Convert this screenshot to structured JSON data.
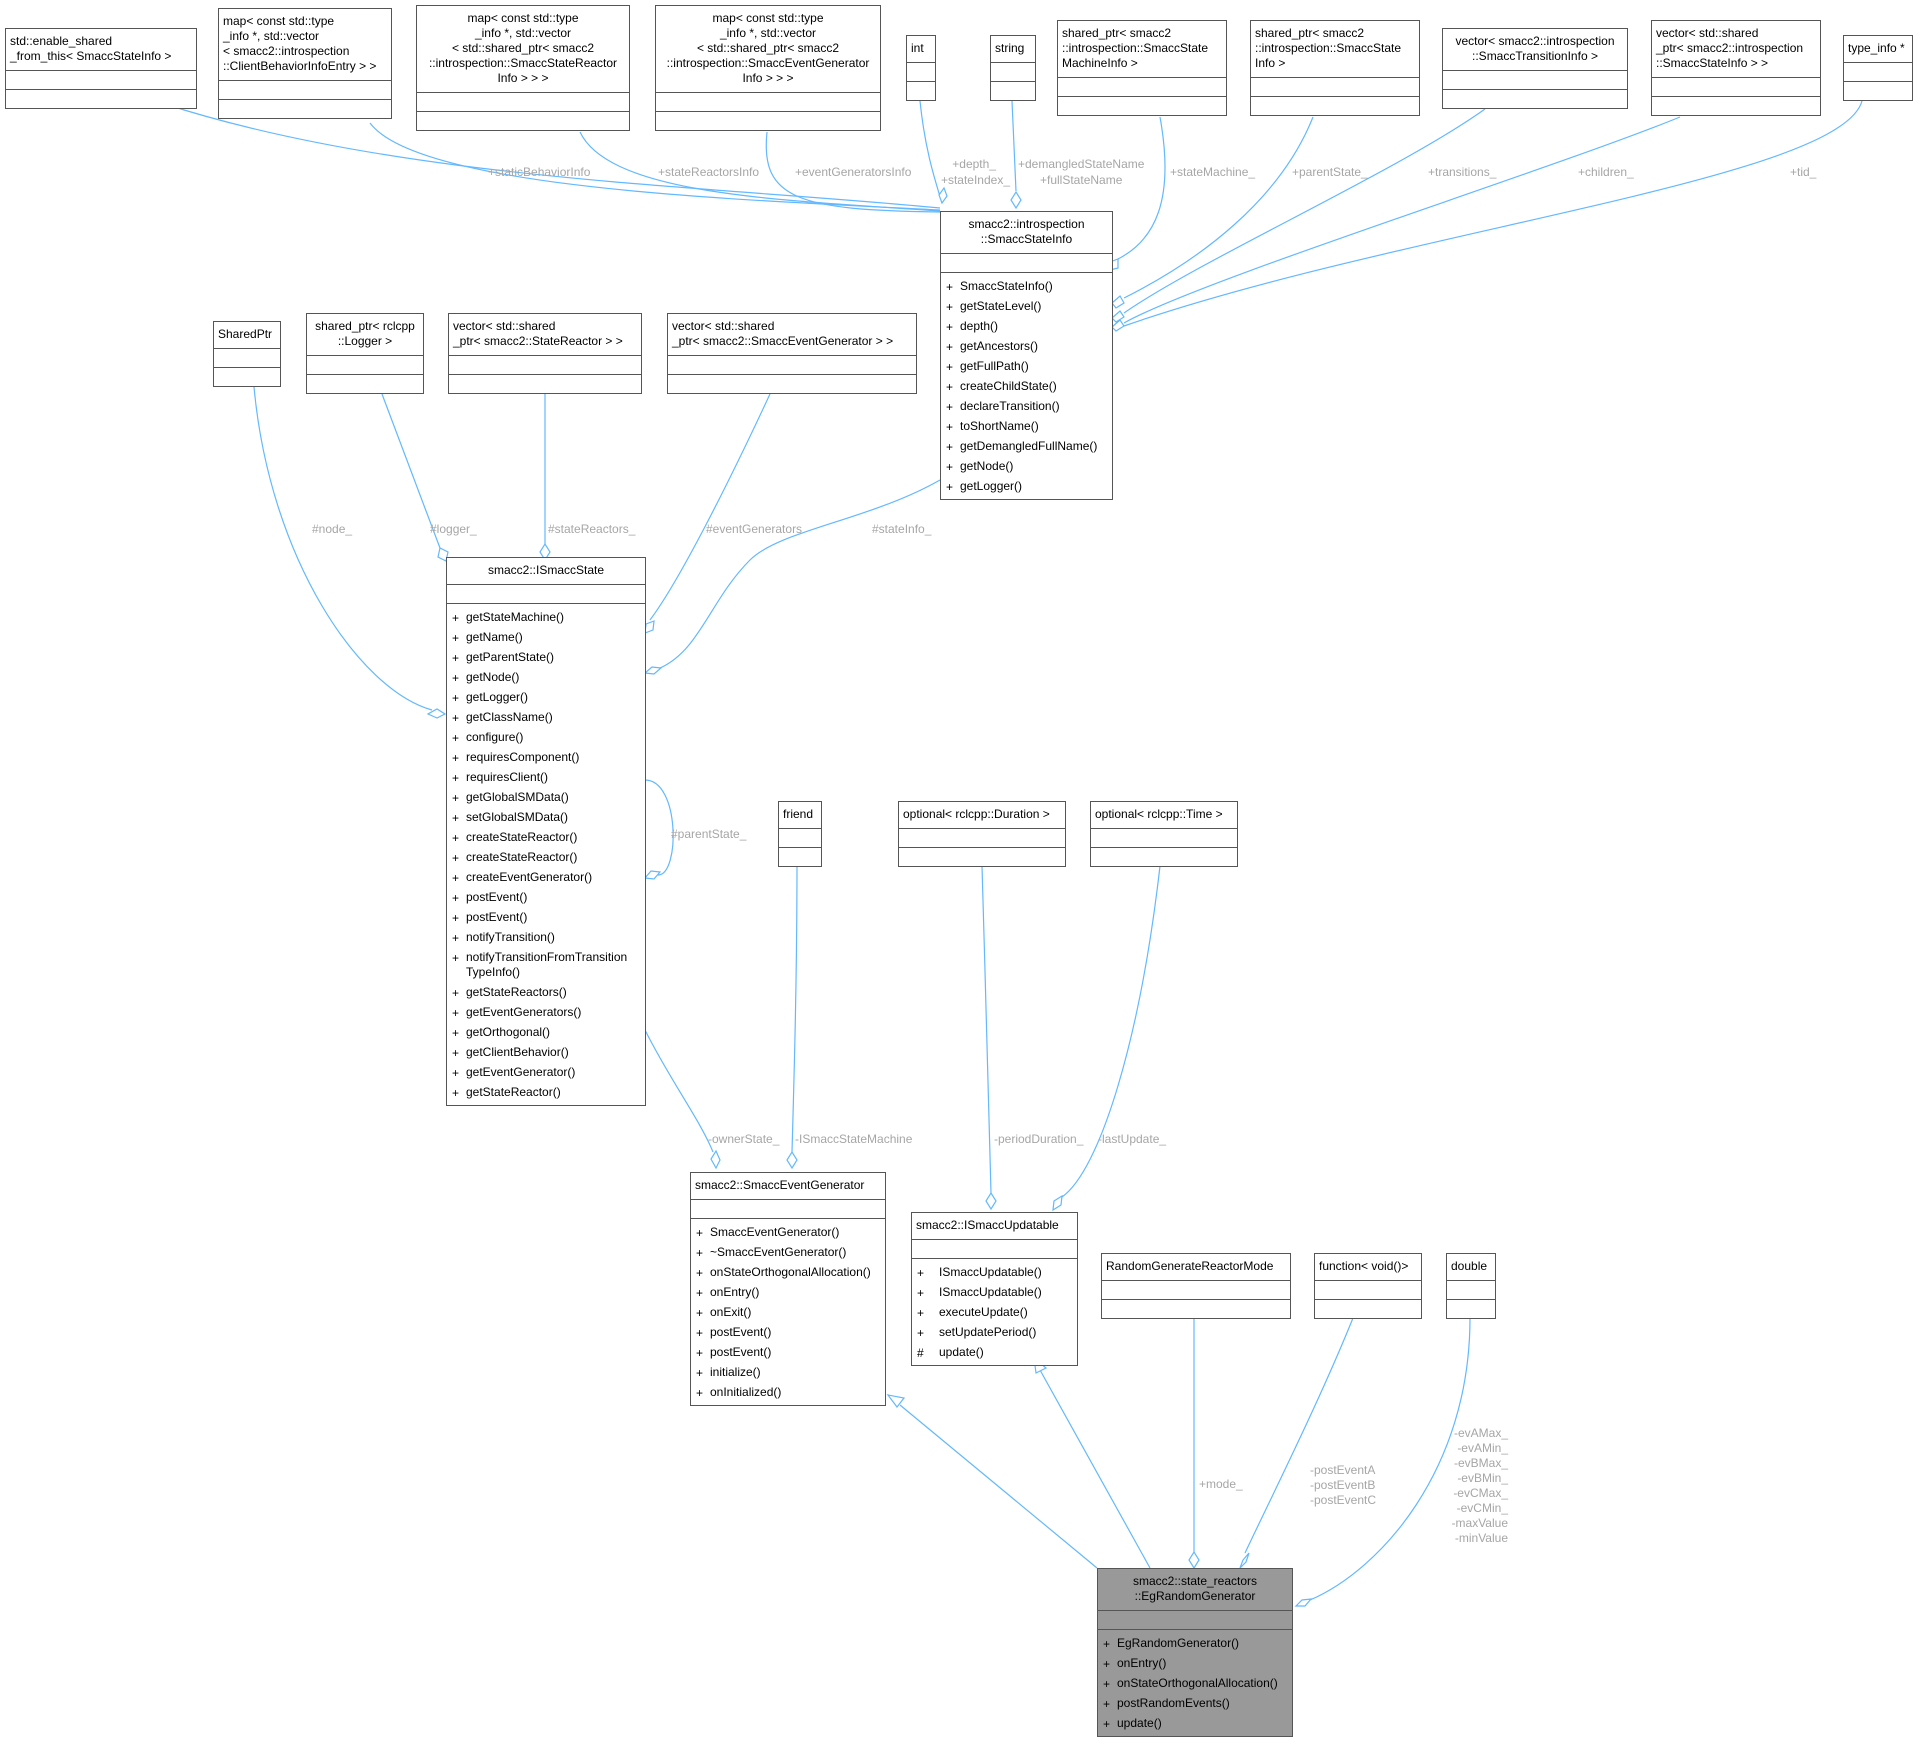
{
  "nodes": {
    "enable_shared": {
      "title": "std::enable_shared\n_from_this< SmaccStateInfo >",
      "methods": []
    },
    "map_behavior": {
      "title": "map< const std::type\n_info *, std::vector\n< smacc2::introspection\n::ClientBehaviorInfoEntry > >",
      "methods": []
    },
    "map_reactor": {
      "title": "map< const std::type\n_info *, std::vector\n< std::shared_ptr< smacc2\n::introspection::SmaccStateReactor\nInfo > > >",
      "methods": []
    },
    "map_eventgen": {
      "title": "map< const std::type\n_info *, std::vector\n< std::shared_ptr< smacc2\n::introspection::SmaccEventGenerator\nInfo > > >",
      "methods": []
    },
    "int": {
      "title": "int",
      "methods": []
    },
    "string": {
      "title": "string",
      "methods": []
    },
    "sp_statemachine": {
      "title": "shared_ptr< smacc2\n::introspection::SmaccState\nMachineInfo >",
      "methods": []
    },
    "sp_stateinfo": {
      "title": "shared_ptr< smacc2\n::introspection::SmaccState\nInfo >",
      "methods": []
    },
    "vec_transition": {
      "title": "vector< smacc2::introspection\n::SmaccTransitionInfo >",
      "methods": []
    },
    "vec_children": {
      "title": "vector< std::shared\n_ptr< smacc2::introspection\n::SmaccStateInfo > >",
      "methods": []
    },
    "type_info": {
      "title": "type_info *",
      "methods": []
    },
    "smacc_state_info": {
      "title": "smacc2::introspection\n::SmaccStateInfo",
      "methods": [
        {
          "v": "+",
          "n": "SmaccStateInfo()"
        },
        {
          "v": "+",
          "n": "getStateLevel()"
        },
        {
          "v": "+",
          "n": "depth()"
        },
        {
          "v": "+",
          "n": "getAncestors()"
        },
        {
          "v": "+",
          "n": "getFullPath()"
        },
        {
          "v": "+",
          "n": "createChildState()"
        },
        {
          "v": "+",
          "n": "declareTransition()"
        },
        {
          "v": "+",
          "n": "toShortName()"
        },
        {
          "v": "+",
          "n": "getDemangledFullName()"
        },
        {
          "v": "+",
          "n": "getNode()"
        },
        {
          "v": "+",
          "n": "getLogger()"
        }
      ]
    },
    "sharedptr": {
      "title": "SharedPtr",
      "methods": []
    },
    "sp_logger": {
      "title": "shared_ptr< rclcpp\n::Logger >",
      "methods": []
    },
    "vec_reactor": {
      "title": "vector< std::shared\n_ptr< smacc2::StateReactor > >",
      "methods": []
    },
    "vec_eventgen": {
      "title": "vector< std::shared\n_ptr< smacc2::SmaccEventGenerator > >",
      "methods": []
    },
    "ismacc_state": {
      "title": "smacc2::ISmaccState",
      "methods": [
        {
          "v": "+",
          "n": "getStateMachine()"
        },
        {
          "v": "+",
          "n": "getName()"
        },
        {
          "v": "+",
          "n": "getParentState()"
        },
        {
          "v": "+",
          "n": "getNode()"
        },
        {
          "v": "+",
          "n": "getLogger()"
        },
        {
          "v": "+",
          "n": "getClassName()"
        },
        {
          "v": "+",
          "n": "configure()"
        },
        {
          "v": "+",
          "n": "requiresComponent()"
        },
        {
          "v": "+",
          "n": "requiresClient()"
        },
        {
          "v": "+",
          "n": "getGlobalSMData()"
        },
        {
          "v": "+",
          "n": "setGlobalSMData()"
        },
        {
          "v": "+",
          "n": "createStateReactor()"
        },
        {
          "v": "+",
          "n": "createStateReactor()"
        },
        {
          "v": "+",
          "n": "createEventGenerator()"
        },
        {
          "v": "+",
          "n": "postEvent()"
        },
        {
          "v": "+",
          "n": "postEvent()"
        },
        {
          "v": "+",
          "n": "notifyTransition()"
        },
        {
          "v": "+",
          "n": "notifyTransitionFromTransition\nTypeInfo()"
        },
        {
          "v": "+",
          "n": "getStateReactors()"
        },
        {
          "v": "+",
          "n": "getEventGenerators()"
        },
        {
          "v": "+",
          "n": "getOrthogonal()"
        },
        {
          "v": "+",
          "n": "getClientBehavior()"
        },
        {
          "v": "+",
          "n": "getEventGenerator()"
        },
        {
          "v": "+",
          "n": "getStateReactor()"
        }
      ]
    },
    "friend": {
      "title": "friend",
      "methods": []
    },
    "opt_duration": {
      "title": "optional< rclcpp::Duration >",
      "methods": []
    },
    "opt_time": {
      "title": "optional< rclcpp::Time >",
      "methods": []
    },
    "smacc_event_generator": {
      "title": "smacc2::SmaccEventGenerator",
      "methods": [
        {
          "v": "+",
          "n": "SmaccEventGenerator()"
        },
        {
          "v": "+",
          "n": "~SmaccEventGenerator()"
        },
        {
          "v": "+",
          "n": "onStateOrthogonalAllocation()"
        },
        {
          "v": "+",
          "n": "onEntry()"
        },
        {
          "v": "+",
          "n": "onExit()"
        },
        {
          "v": "+",
          "n": "postEvent()"
        },
        {
          "v": "+",
          "n": "postEvent()"
        },
        {
          "v": "+",
          "n": "initialize()"
        },
        {
          "v": "+",
          "n": "onInitialized()"
        }
      ]
    },
    "ismacc_updatable": {
      "title": "smacc2::ISmaccUpdatable",
      "methods": [
        {
          "v": "+",
          "n": "ISmaccUpdatable()"
        },
        {
          "v": "+",
          "n": "ISmaccUpdatable()"
        },
        {
          "v": "+",
          "n": "executeUpdate()"
        },
        {
          "v": "+",
          "n": "setUpdatePeriod()"
        },
        {
          "v": "#",
          "n": "update()"
        }
      ]
    },
    "random_mode": {
      "title": "RandomGenerateReactorMode",
      "methods": []
    },
    "function_void": {
      "title": "function< void()>",
      "methods": []
    },
    "double": {
      "title": "double",
      "methods": []
    },
    "eg_random": {
      "title": "smacc2::state_reactors\n::EgRandomGenerator",
      "methods": [
        {
          "v": "+",
          "n": "EgRandomGenerator()"
        },
        {
          "v": "+",
          "n": "onEntry()"
        },
        {
          "v": "+",
          "n": "onStateOrthogonalAllocation()"
        },
        {
          "v": "+",
          "n": "postRandomEvents()"
        },
        {
          "v": "+",
          "n": "update()"
        }
      ]
    }
  },
  "edge_labels": {
    "static_behavior": "+staticBehaviorInfo",
    "state_reactors_info": "+stateReactorsInfo",
    "event_generators_info": "+eventGeneratorsInfo",
    "depth": [
      "+depth_",
      "+stateIndex_"
    ],
    "demangled": [
      "+demangledStateName",
      "+fullStateName"
    ],
    "state_machine": "+stateMachine_",
    "parent_state_info": "+parentState_",
    "transitions": "+transitions_",
    "children": "+children_",
    "tid": "+tid_",
    "node": "#node_",
    "logger": "#logger_",
    "state_reactors": "#stateReactors_",
    "event_generators": "#eventGenerators",
    "state_info": "#stateInfo_",
    "parent_state": "#parentState_",
    "owner_state": "-ownerState_",
    "ismacc_state_machine": "-ISmaccStateMachine",
    "period_duration": "-periodDuration_",
    "last_update": "-lastUpdate_",
    "mode": "+mode_",
    "post_events": [
      "-postEventA",
      "-postEventB",
      "-postEventC"
    ],
    "doubles": [
      "-evAMax_",
      "-evAMin_",
      "-evBMax_",
      "-evBMin_",
      "-evCMax_",
      "-evCMin_",
      "-maxValue",
      "-minValue"
    ]
  },
  "colors": {
    "edge": "#63b8ff",
    "highlight": "#999999",
    "label": "#a6a6a6",
    "border": "#555555"
  }
}
